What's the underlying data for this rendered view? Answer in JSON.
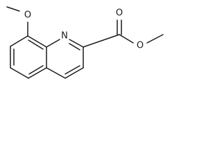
{
  "molecule": {
    "atoms": {
      "methoxy_oxygen": "O",
      "ring_nitrogen": "N",
      "carbonyl_oxygen": "O",
      "ester_oxygen": "O"
    }
  }
}
